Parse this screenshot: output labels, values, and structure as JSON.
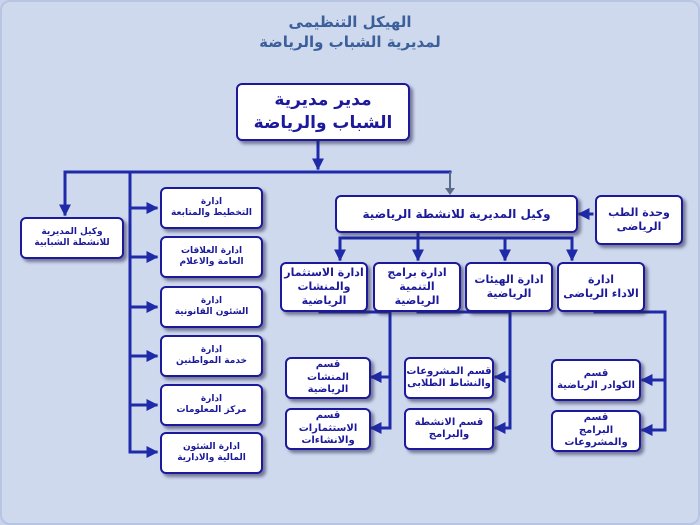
{
  "title": {
    "line1": "الهيكل التنظيمى",
    "line2": "لمديرية الشباب والرياضة"
  },
  "director": {
    "line1": "مدير مديرية",
    "line2": "الشباب والرياضة"
  },
  "youth_deputy": {
    "line1": "وكيل المديرية",
    "line2": "للانشطة الشبابية"
  },
  "admin_departments": [
    {
      "line1": "ادارة",
      "line2": "التخطيط والمتابعة"
    },
    {
      "line1": "ادارة العلاقات",
      "line2": "العامة والاعلام"
    },
    {
      "line1": "ادارة",
      "line2": "الشئون القانونية"
    },
    {
      "line1": "ادارة",
      "line2": "خدمة المواطنين"
    },
    {
      "line1": "ادارة",
      "line2": "مركز المعلومات"
    },
    {
      "line1": "ادارة الشئون",
      "line2": "المالية والادارية"
    }
  ],
  "sports_deputy": {
    "label": "وكيل المديرية للانشطة الرياضية"
  },
  "sports_medicine": {
    "line1": "وحدة الطب",
    "line2": "الرياضى"
  },
  "sports_departments": [
    {
      "line1": "ادارة الاستثمار",
      "line2": "والمنشات الرياضية"
    },
    {
      "line1": "ادارة برامج",
      "line2": "التنمية الرياضية"
    },
    {
      "line1": "ادارة الهيئات",
      "line2": "الرياضية"
    },
    {
      "line1": "ادارة",
      "line2": "الاداء الرياضى"
    }
  ],
  "sections": [
    {
      "line1": "قسم",
      "line2": "المنشات الرياضية"
    },
    {
      "line1": "قسم الاستثمارات",
      "line2": "والانشاءات"
    },
    {
      "line1": "قسم المشروعات",
      "line2": "والنشاط الطلابى"
    },
    {
      "line1": "قسم الانشطة",
      "line2": "والبرامج"
    },
    {
      "line1": "قسم",
      "line2": "الكوادر الرياضية"
    },
    {
      "line1": "قسم",
      "line2": "البرامج والمشروعات"
    }
  ],
  "colors": {
    "background": "#cfd9ee",
    "box_border": "#1c1a9a",
    "box_text": "#1c1a9a",
    "connector": "#1e2aa8",
    "title": "#3a5f9a"
  }
}
